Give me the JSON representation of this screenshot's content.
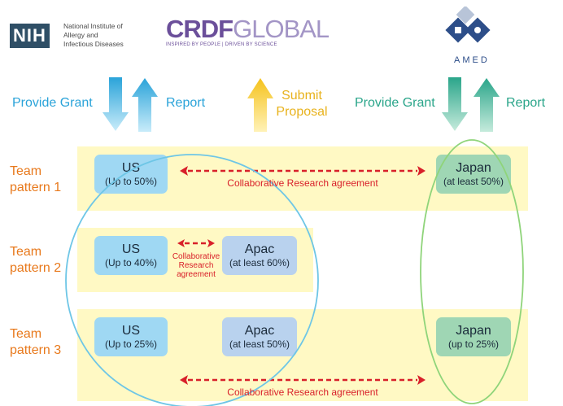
{
  "logos": {
    "nih": {
      "mark": "NIH",
      "line1": "National Institute of",
      "line2": "Allergy and",
      "line3": "Infectious Diseases"
    },
    "crdf": {
      "word_main": "CRDF",
      "word_light": "GLOBAL",
      "tagline": "INSPIRED BY PEOPLE | DRIVEN BY SCIENCE"
    },
    "amed": {
      "text": "AMED"
    }
  },
  "flows": {
    "nih_left": "Provide Grant",
    "nih_right": "Report",
    "crdf_line1": "Submit",
    "crdf_line2": "Proposal",
    "amed_left": "Provide Grant",
    "amed_right": "Report"
  },
  "patterns": [
    {
      "label_line1": "Team",
      "label_line2": "pattern 1",
      "boxes": {
        "us": {
          "title": "US",
          "sub": "(Up to 50%)"
        },
        "japan": {
          "title": "Japan",
          "sub": "(at least 50%)"
        }
      },
      "agreement": "Collaborative Research agreement"
    },
    {
      "label_line1": "Team",
      "label_line2": "pattern 2",
      "boxes": {
        "us": {
          "title": "US",
          "sub": "(Up to 40%)"
        },
        "apac": {
          "title": "Apac",
          "sub": "(at least 60%)"
        }
      },
      "agreement_line1": "Collaborative",
      "agreement_line2": "Research",
      "agreement_line3": "agreement"
    },
    {
      "label_line1": "Team",
      "label_line2": "pattern 3",
      "boxes": {
        "us": {
          "title": "US",
          "sub": "(Up to 25%)"
        },
        "apac": {
          "title": "Apac",
          "sub": "(at least 50%)"
        },
        "japan": {
          "title": "Japan",
          "sub": "(up to 25%)"
        }
      },
      "agreement": "Collaborative Research agreement"
    }
  ],
  "colors": {
    "band": "#fff9c4",
    "us_box": "#9fd8f3",
    "apac_box": "#b9d2ee",
    "japan_box": "#9fd6b4",
    "pattern_label": "#e8791c",
    "nih_flow": "#2aa3d9",
    "amed_flow": "#2aa58a",
    "crdf_flow": "#e8b21c",
    "agreement": "#d8202a",
    "us_ellipse": "#6ec6e6",
    "japan_ellipse": "#8fd47a"
  }
}
